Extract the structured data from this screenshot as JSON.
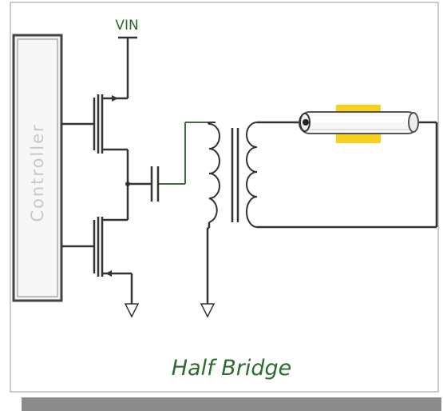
{
  "diagram": {
    "title": "Half Bridge",
    "supply_label": "VIN",
    "controller_label": "Controller"
  },
  "colors": {
    "wire": "#333333",
    "primary_wire": "#3f6b3f",
    "label_green": "#2e6b2e",
    "controller_fill": "#f2f2f2",
    "lamp_band": "#f6d21f",
    "bottom_bar": "#8c8c8c"
  }
}
